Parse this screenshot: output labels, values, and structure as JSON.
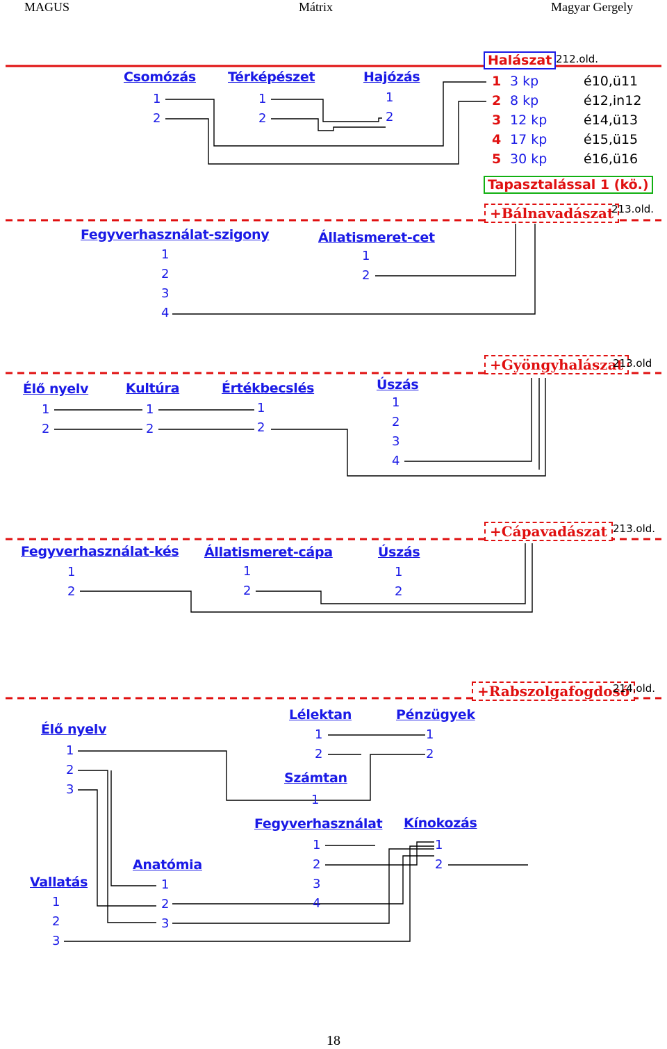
{
  "header": {
    "left": "MAGUS",
    "center": "Mátrix",
    "right": "Magyar Gergely"
  },
  "footer": {
    "page_number": "18"
  },
  "section1": {
    "skills": {
      "csomozas": "Csomózás",
      "terkepeszet": "Térképészet",
      "hajozas": "Hajózás"
    },
    "target": {
      "title": "Halászat",
      "page": "212.old."
    },
    "table": [
      {
        "n": "1",
        "kp": "3 kp",
        "req": "é10,ü11"
      },
      {
        "n": "2",
        "kp": "8 kp",
        "req": "é12,in12"
      },
      {
        "n": "3",
        "kp": "12 kp",
        "req": "é14,ü13"
      },
      {
        "n": "4",
        "kp": "17 kp",
        "req": "é15,ü15"
      },
      {
        "n": "5",
        "kp": "30 kp",
        "req": "é16,ü16"
      }
    ],
    "note": "Tapasztalással 1 (kö.)"
  },
  "section2": {
    "skills": {
      "szigony": "Fegyverhasználat-szigony",
      "cet": "Állatismeret-cet"
    },
    "target": {
      "title": "+Bálnavadászat",
      "page": "213.old."
    }
  },
  "section3": {
    "skills": {
      "elo_nyelv": "Élő nyelv",
      "kultura": "Kultúra",
      "ertekbecsles": "Értékbecslés",
      "uszas": "Úszás"
    },
    "target": {
      "title": "+Gyöngyhalászat",
      "page": "213.old"
    }
  },
  "section4": {
    "skills": {
      "kes": "Fegyverhasználat-kés",
      "capa": "Állatismeret-cápa",
      "uszas": "Úszás"
    },
    "target": {
      "title": "+Cápavadászat",
      "page": "213.old."
    }
  },
  "section5": {
    "skills": {
      "elo_nyelv": "Élő nyelv",
      "lelektan": "Lélektan",
      "penzugyek": "Pénzügyek",
      "szamtan": "Számtan",
      "fegyverhasznalat": "Fegyverhasználat",
      "kinokozas": "Kínokozás",
      "anatomia": "Anatómia",
      "vallatas": "Vallatás"
    },
    "target": {
      "title": "+Rabszolgafogdosó",
      "page": "214.old."
    }
  },
  "levels": [
    "1",
    "2",
    "3",
    "4"
  ],
  "colors": {
    "skill_blue": "#1a1ae6",
    "title_red": "#e01010",
    "box_green": "#12b012"
  }
}
